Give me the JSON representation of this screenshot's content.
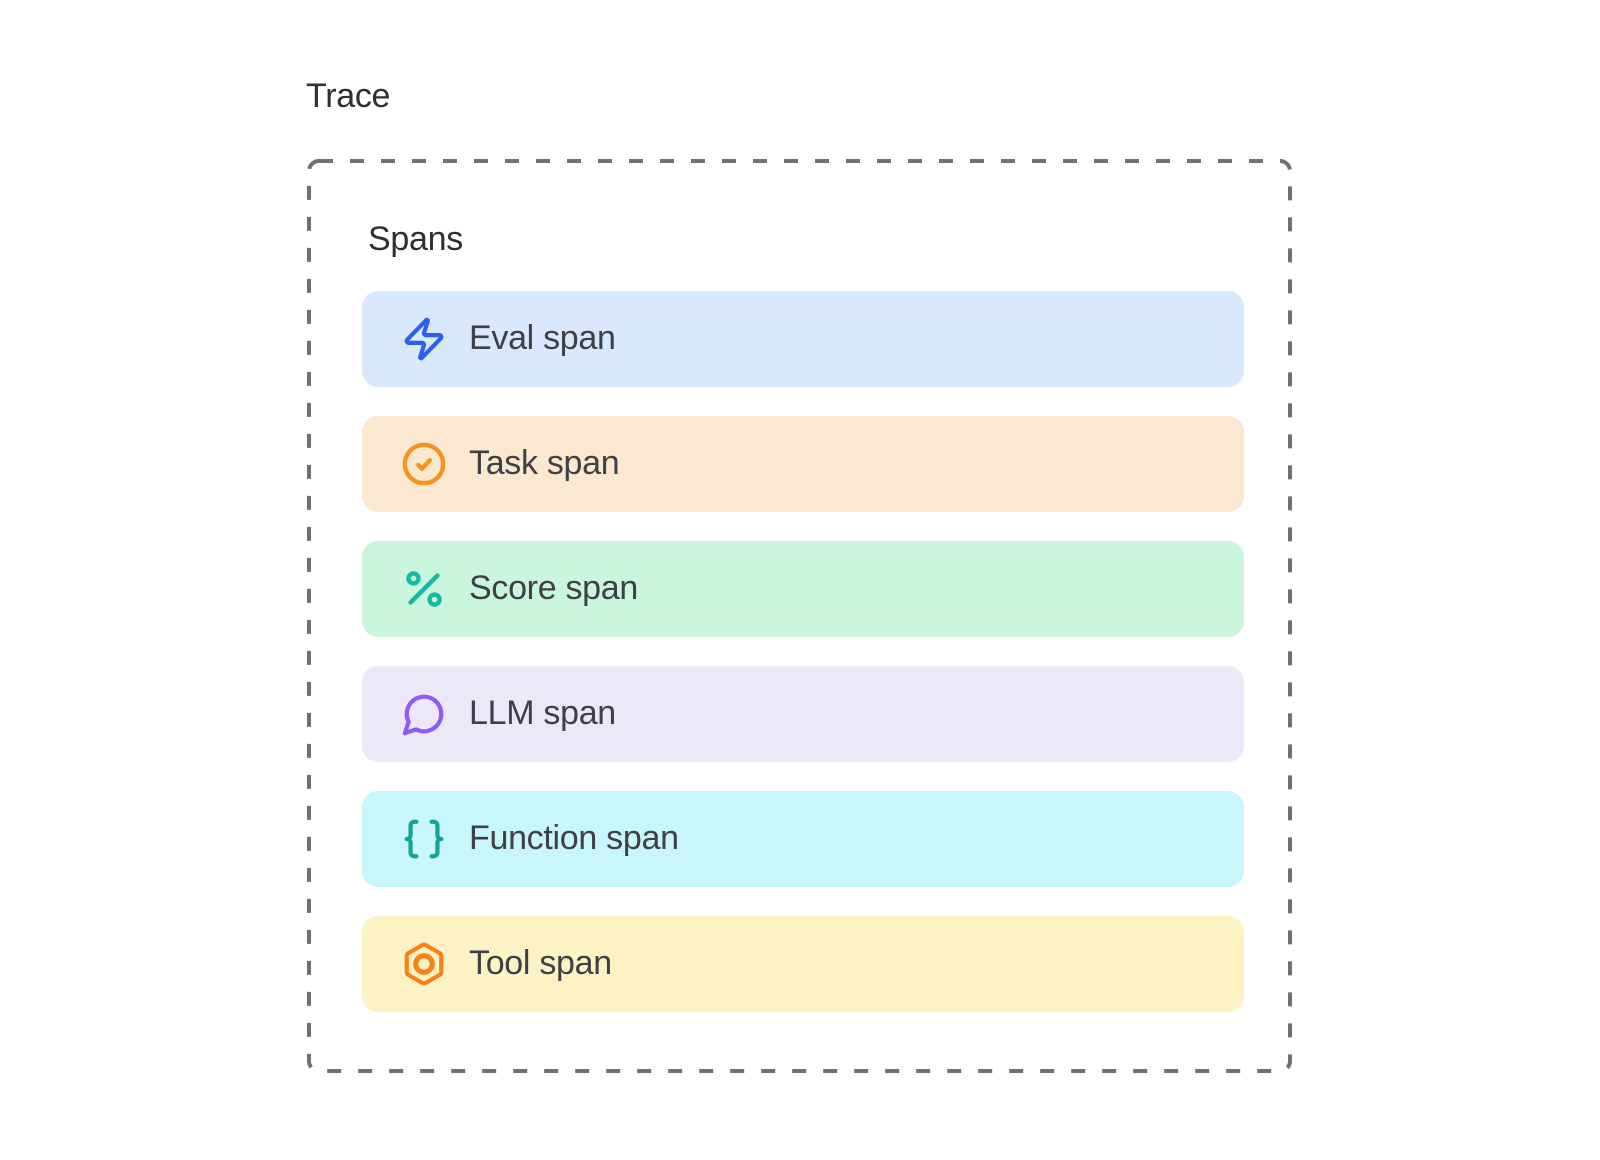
{
  "diagram": {
    "title": "Trace",
    "spans_title": "Spans",
    "border_color": "#717171",
    "heading_color": "#2e2f33",
    "label_color": "#3e4045",
    "spans": [
      {
        "label": "Eval span",
        "icon": "zap-icon",
        "bg": "#d9e8fb",
        "icon_color": "#2f5ff0"
      },
      {
        "label": "Task span",
        "icon": "circle-check-icon",
        "bg": "#fbe8d1",
        "icon_color": "#f7941d"
      },
      {
        "label": "Score span",
        "icon": "percent-icon",
        "bg": "#c9f6dc",
        "icon_color": "#14b8a6"
      },
      {
        "label": "LLM span",
        "icon": "message-circle-icon",
        "bg": "#ece7f9",
        "icon_color": "#8b5cf6"
      },
      {
        "label": "Function span",
        "icon": "braces-icon",
        "bg": "#c9f6fa",
        "icon_color": "#0fa693"
      },
      {
        "label": "Tool span",
        "icon": "hexagon-nut-icon",
        "bg": "#fdf2c6",
        "icon_color": "#f78316"
      }
    ]
  }
}
